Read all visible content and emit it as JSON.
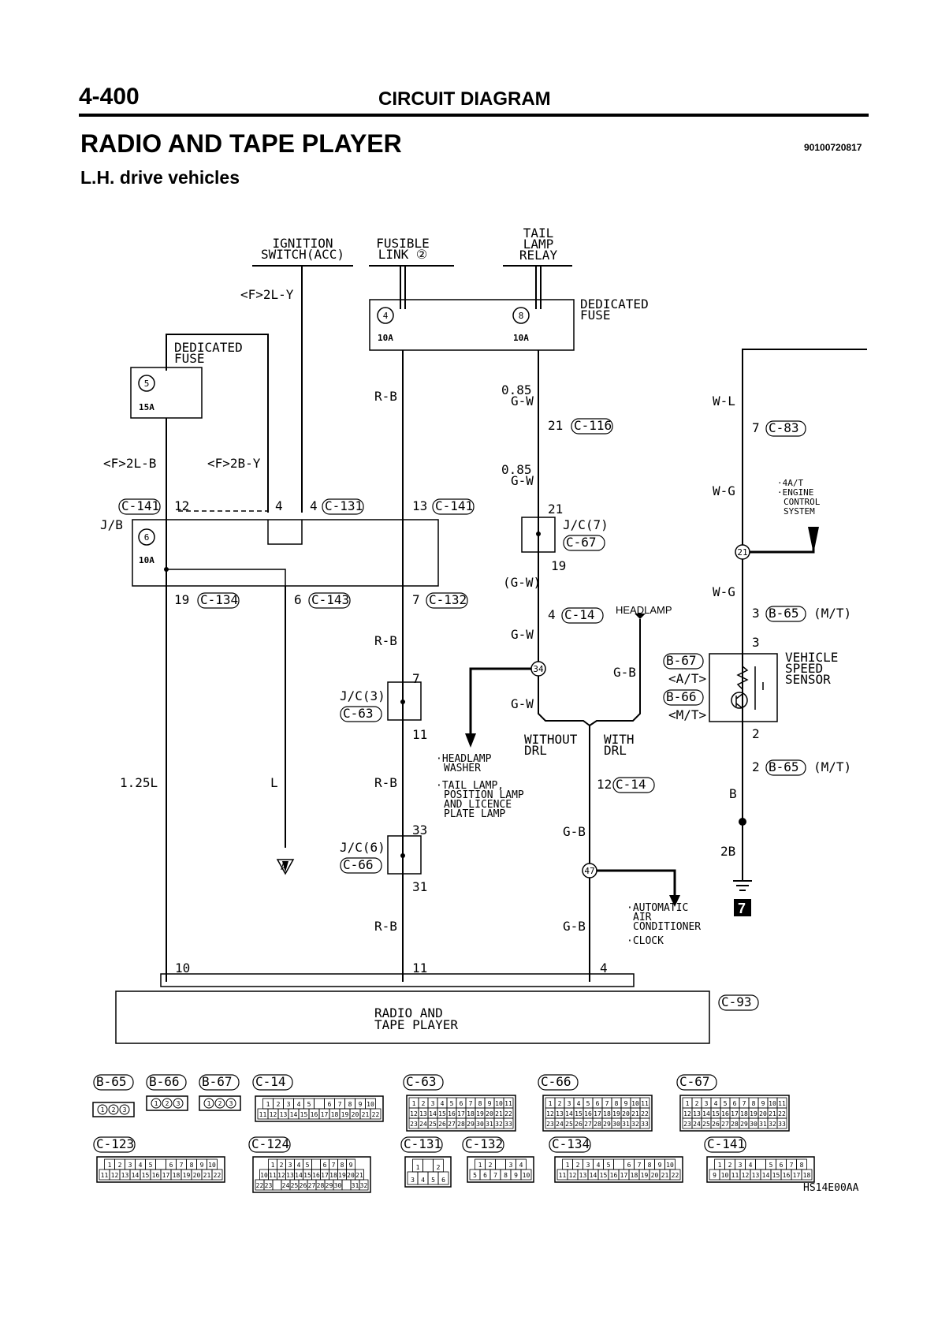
{
  "header": {
    "page_number": "4-400",
    "title": "CIRCUIT DIAGRAM"
  },
  "section": {
    "title": "RADIO AND TAPE PLAYER",
    "code": "90100720817",
    "subtitle": "L.H. drive vehicles"
  },
  "sources": {
    "ignition": [
      "IGNITION",
      "SWITCH(ACC)"
    ],
    "fusible": [
      "FUSIBLE",
      "LINK ②"
    ],
    "tail": [
      "TAIL",
      "LAMP",
      "RELAY"
    ]
  },
  "fuses": {
    "dedicated_top": [
      "DEDICATED",
      "FUSE"
    ],
    "dedicated_left": [
      "DEDICATED",
      "FUSE"
    ],
    "f4": {
      "num": "4",
      "amp": "10A"
    },
    "f8": {
      "num": "8",
      "amp": "10A"
    },
    "f5": {
      "num": "5",
      "amp": "15A"
    },
    "f6": {
      "num": "6",
      "amp": "10A"
    },
    "jb": "J/B"
  },
  "wires": {
    "f2ly": "<F>2L-Y",
    "f2lb": "<F>2L-B",
    "f2by": "<F>2B-Y",
    "rb": "R-B",
    "gw085": [
      "0.85",
      "G-W"
    ],
    "gw": "G-W",
    "gw_paren": "(G-W)",
    "gb": "G-B",
    "wl": "W-L",
    "wg": "W-G",
    "b": "B",
    "b2": "2B",
    "l125": "1.25L",
    "l": "L"
  },
  "connectors": {
    "c141": "C-141",
    "c131": "C-131",
    "c116": "C-116",
    "c67": "C-67",
    "c134": "C-134",
    "c143": "C-143",
    "c132": "C-132",
    "c14": "C-14",
    "c63": "C-63",
    "c66": "C-66",
    "c83": "C-83",
    "b65": "B-65",
    "b66": "B-66",
    "b67": "B-67",
    "c93": "C-93",
    "c123": "C-123",
    "c124": "C-124"
  },
  "pins": {
    "p12": "12",
    "p4a": "4",
    "p4b": "4",
    "p13": "13",
    "p21a": "21",
    "p21b": "21",
    "p19a": "19",
    "p19b": "19",
    "p6": "6",
    "p7a": "7",
    "p7b": "7",
    "p11a": "11",
    "p33": "33",
    "p31": "31",
    "p4c": "4",
    "p12b": "12",
    "p7c": "7",
    "p3a": "3",
    "p3b": "3",
    "p2a": "2",
    "p2b": "2",
    "r10": "10",
    "r11": "11",
    "r4": "4"
  },
  "jc": {
    "jc7": "J/C(7)",
    "jc3": "J/C(3)",
    "jc6": "J/C(6)"
  },
  "junctions": {
    "j34": "34",
    "j47": "47",
    "j21": "21"
  },
  "notes": {
    "mt": "(M/T)",
    "at": "<A/T>",
    "mt2": "<M/T>",
    "headlamp": "HEADLAMP",
    "headlamp_washer": [
      "·HEADLAMP",
      "WASHER"
    ],
    "tail_lamp": [
      "·TAIL LAMP,",
      "POSITION LAMP",
      "AND LICENCE",
      "PLATE LAMP"
    ],
    "without_drl": [
      "WITHOUT",
      "DRL"
    ],
    "with_drl": [
      "WITH",
      "DRL"
    ],
    "auto_ac": [
      "·AUTOMATIC",
      "AIR",
      "CONDITIONER",
      "·CLOCK"
    ],
    "engine_ctrl": [
      "·4A/T",
      "·ENGINE",
      "CONTROL",
      "SYSTEM"
    ],
    "vss": [
      "VEHICLE",
      "SPEED",
      "SENSOR"
    ],
    "radio": [
      "RADIO AND",
      "TAPE PLAYER"
    ],
    "ground": "7",
    "a_term": "A",
    "figure_code": "HS14E00AA"
  },
  "connector_views": {
    "small3": [
      "1",
      "2",
      "3"
    ],
    "r20": [
      [
        "1",
        "2",
        "3",
        "4",
        "5",
        "",
        "6",
        "7",
        "8",
        "9",
        "10"
      ],
      [
        "11",
        "12",
        "13",
        "14",
        "15",
        "16",
        "17",
        "18",
        "19",
        "20",
        "21",
        "22"
      ]
    ],
    "r33": [
      [
        "1",
        "2",
        "3",
        "4",
        "5",
        "6",
        "7",
        "8",
        "9",
        "10",
        "11"
      ],
      [
        "12",
        "13",
        "14",
        "15",
        "16",
        "17",
        "18",
        "19",
        "20",
        "21",
        "22"
      ],
      [
        "23",
        "24",
        "25",
        "26",
        "27",
        "28",
        "29",
        "30",
        "31",
        "32",
        "33"
      ]
    ],
    "r32": [
      [
        "1",
        "2",
        "3",
        "4",
        "5",
        "",
        "6",
        "7",
        "8",
        "9"
      ],
      [
        "10",
        "11",
        "12",
        "13",
        "14",
        "15",
        "16",
        "17",
        "18",
        "19",
        "20",
        "21"
      ],
      [
        "22",
        "23",
        "",
        "24",
        "25",
        "26",
        "27",
        "28",
        "29",
        "30",
        "",
        "31",
        "32"
      ]
    ],
    "r6": [
      [
        "1",
        "",
        "2"
      ],
      [
        "3",
        "4",
        "5",
        "6"
      ]
    ],
    "r10": [
      [
        "1",
        "2",
        "",
        "3",
        "4"
      ],
      [
        "5",
        "6",
        "7",
        "8",
        "9",
        "10"
      ]
    ],
    "r18": [
      [
        "1",
        "2",
        "3",
        "4",
        "",
        "5",
        "6",
        "7",
        "8"
      ],
      [
        "9",
        "10",
        "11",
        "12",
        "13",
        "14",
        "15",
        "16",
        "17",
        "18"
      ]
    ]
  }
}
